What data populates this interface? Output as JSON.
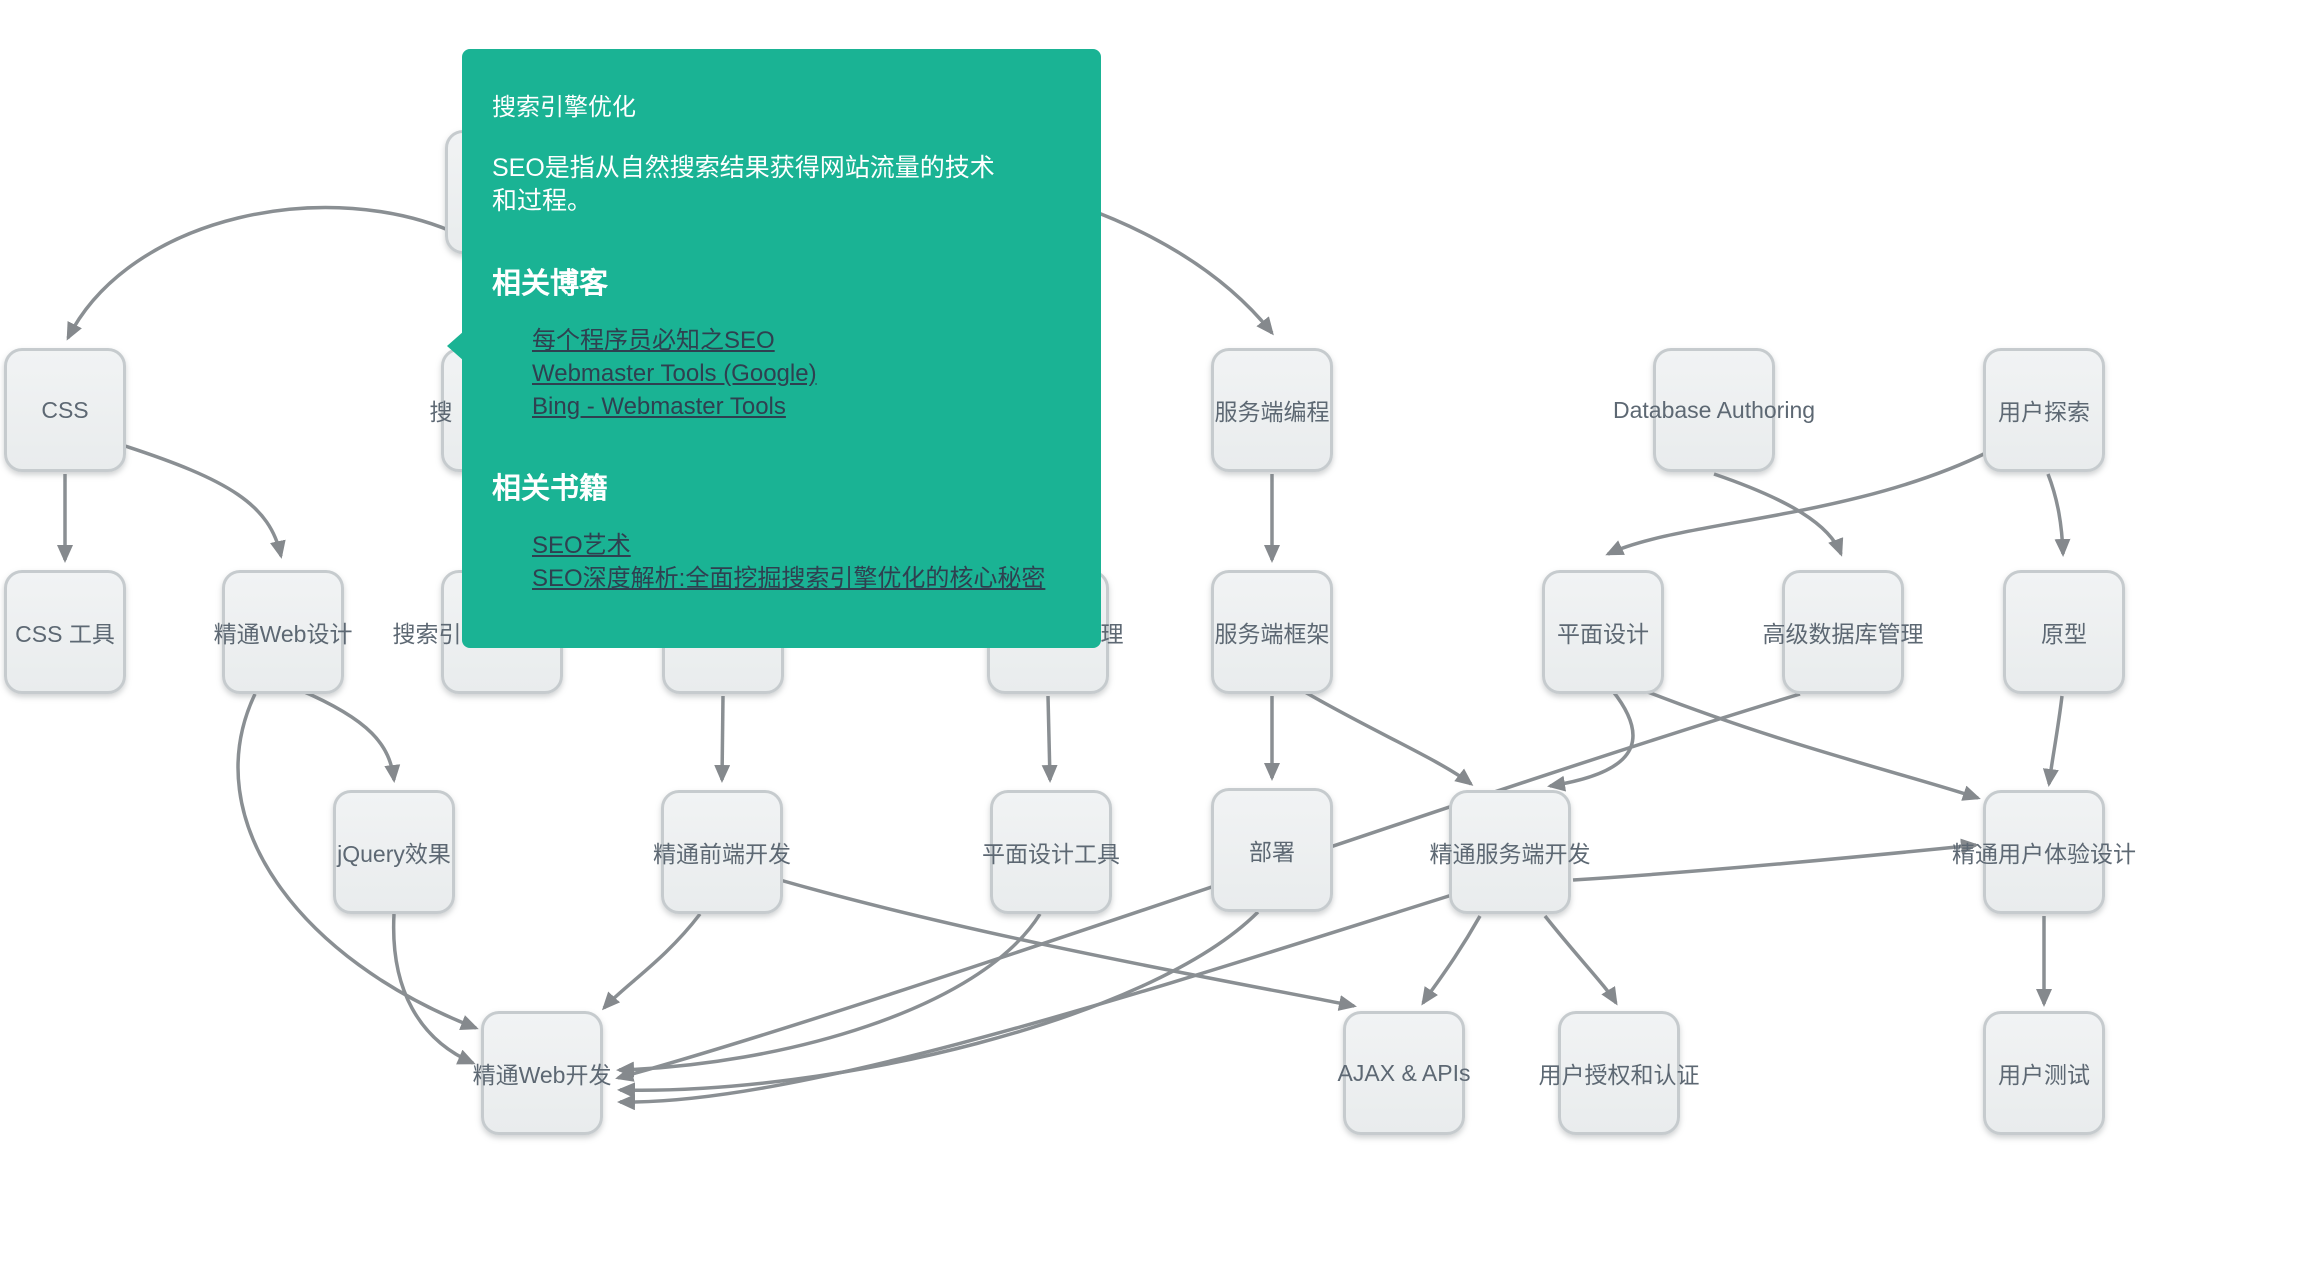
{
  "tooltip": {
    "title": "搜索引擎优化",
    "description": "SEO是指从自然搜索结果获得网站流量的技术和过程。",
    "blogs_heading": "相关博客",
    "blog_links": [
      "每个程序员必知之SEO",
      "Webmaster Tools (Google)",
      "Bing - Webmaster Tools"
    ],
    "books_heading": "相关书籍",
    "book_links": [
      "SEO艺术",
      "SEO深度解析:全面挖掘搜索引擎优化的核心秘密"
    ],
    "bg_color": "#1ab394",
    "link_color": "#2f4050"
  },
  "colors": {
    "node_fill": "#edf0f1",
    "node_border": "#c6cbce",
    "node_text": "#5d6873",
    "edge": "#8a8f93",
    "tooltip_bg": "#1ab394"
  },
  "nodes": [
    {
      "id": "root-hidden",
      "label": ""
    },
    {
      "id": "css",
      "label": "CSS"
    },
    {
      "id": "seo-hidden",
      "label": "搜"
    },
    {
      "id": "server-side-programming",
      "label": "服务端编程"
    },
    {
      "id": "database-authoring",
      "label": "Database Authoring"
    },
    {
      "id": "user-research",
      "label": "用户探索"
    },
    {
      "id": "css-tools",
      "label": "CSS 工具"
    },
    {
      "id": "web-design-mastery",
      "label": "精通Web设计"
    },
    {
      "id": "hidden-2",
      "label": "搜索引"
    },
    {
      "id": "hidden-3",
      "label": ""
    },
    {
      "id": "hidden-4",
      "label": "理"
    },
    {
      "id": "server-side-framework",
      "label": "服务端框架"
    },
    {
      "id": "graphic-design",
      "label": "平面设计"
    },
    {
      "id": "advanced-db-management",
      "label": "高级数据库管理"
    },
    {
      "id": "prototype",
      "label": "原型"
    },
    {
      "id": "jquery-effects",
      "label": "jQuery效果"
    },
    {
      "id": "frontend-mastery",
      "label": "精通前端开发"
    },
    {
      "id": "graphic-design-tools",
      "label": "平面设计工具"
    },
    {
      "id": "deployment",
      "label": "部署"
    },
    {
      "id": "server-side-mastery",
      "label": "精通服务端开发"
    },
    {
      "id": "ux-mastery",
      "label": "精通用户体验设计"
    },
    {
      "id": "web-dev-mastery",
      "label": "精通Web开发"
    },
    {
      "id": "ajax-apis",
      "label": "AJAX & APIs"
    },
    {
      "id": "user-auth",
      "label": "用户授权和认证"
    },
    {
      "id": "user-testing",
      "label": "用户测试"
    }
  ],
  "edges": [
    {
      "from": "root-hidden",
      "to": "css"
    },
    {
      "from": "root-hidden",
      "to": "server-side-programming"
    },
    {
      "from": "css",
      "to": "css-tools"
    },
    {
      "from": "css",
      "to": "web-design-mastery"
    },
    {
      "from": "server-side-programming",
      "to": "server-side-framework"
    },
    {
      "from": "database-authoring",
      "to": "advanced-db-management"
    },
    {
      "from": "user-research",
      "to": "graphic-design"
    },
    {
      "from": "user-research",
      "to": "prototype"
    },
    {
      "from": "web-design-mastery",
      "to": "jquery-effects"
    },
    {
      "from": "web-design-mastery",
      "to": "web-dev-mastery"
    },
    {
      "from": "hidden-3",
      "to": "frontend-mastery"
    },
    {
      "from": "hidden-4",
      "to": "graphic-design-tools"
    },
    {
      "from": "server-side-framework",
      "to": "deployment"
    },
    {
      "from": "server-side-framework",
      "to": "server-side-mastery"
    },
    {
      "from": "graphic-design",
      "to": "server-side-mastery"
    },
    {
      "from": "graphic-design",
      "to": "ux-mastery"
    },
    {
      "from": "advanced-db-management",
      "to": "web-dev-mastery"
    },
    {
      "from": "jquery-effects",
      "to": "web-dev-mastery"
    },
    {
      "from": "frontend-mastery",
      "to": "web-dev-mastery"
    },
    {
      "from": "frontend-mastery",
      "to": "ajax-apis"
    },
    {
      "from": "graphic-design-tools",
      "to": "web-dev-mastery"
    },
    {
      "from": "deployment",
      "to": "web-dev-mastery"
    },
    {
      "from": "server-side-mastery",
      "to": "web-dev-mastery"
    },
    {
      "from": "server-side-mastery",
      "to": "ajax-apis"
    },
    {
      "from": "server-side-mastery",
      "to": "user-auth"
    },
    {
      "from": "server-side-mastery",
      "to": "ux-mastery"
    },
    {
      "from": "prototype",
      "to": "ux-mastery"
    },
    {
      "from": "ux-mastery",
      "to": "user-testing"
    }
  ]
}
